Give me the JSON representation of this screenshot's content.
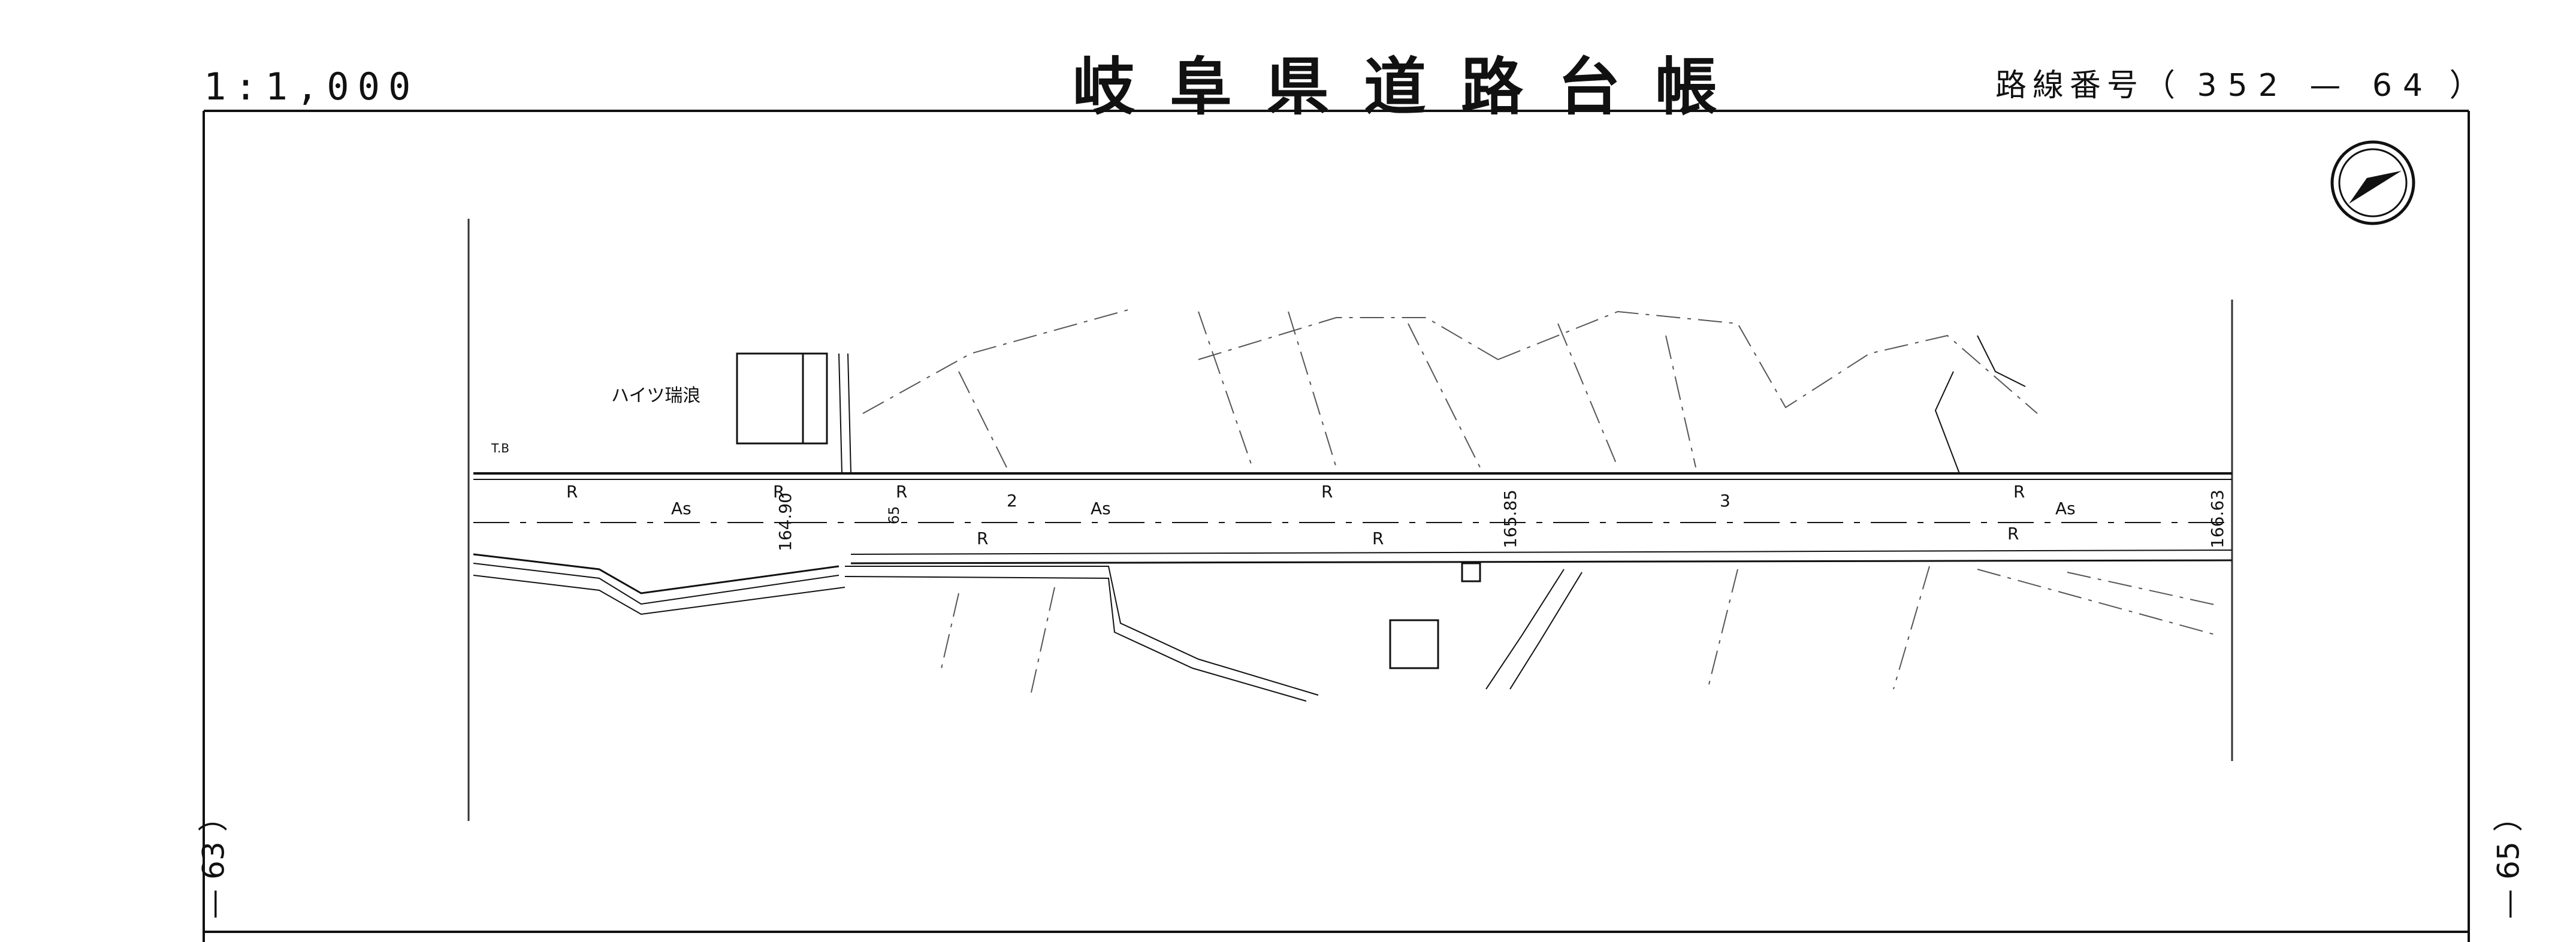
{
  "header": {
    "scale": "1:1,000",
    "title": "岐阜県道路台帳",
    "route_prefix": "路線番号（",
    "route_number": "352 — 64",
    "route_suffix": "）"
  },
  "margin_refs": {
    "left": "— 63 ）",
    "right": "— 65 ）"
  },
  "map_labels": {
    "building": "ハイツ瑞浪",
    "benchmark": "T.B",
    "road_code": "R",
    "pavement": "As",
    "stations": [
      "2",
      "3"
    ],
    "elevations": [
      "164.90",
      "165.85",
      "166.63"
    ],
    "station_mark": "65"
  },
  "icons": {
    "north": "north-arrow-icon"
  }
}
